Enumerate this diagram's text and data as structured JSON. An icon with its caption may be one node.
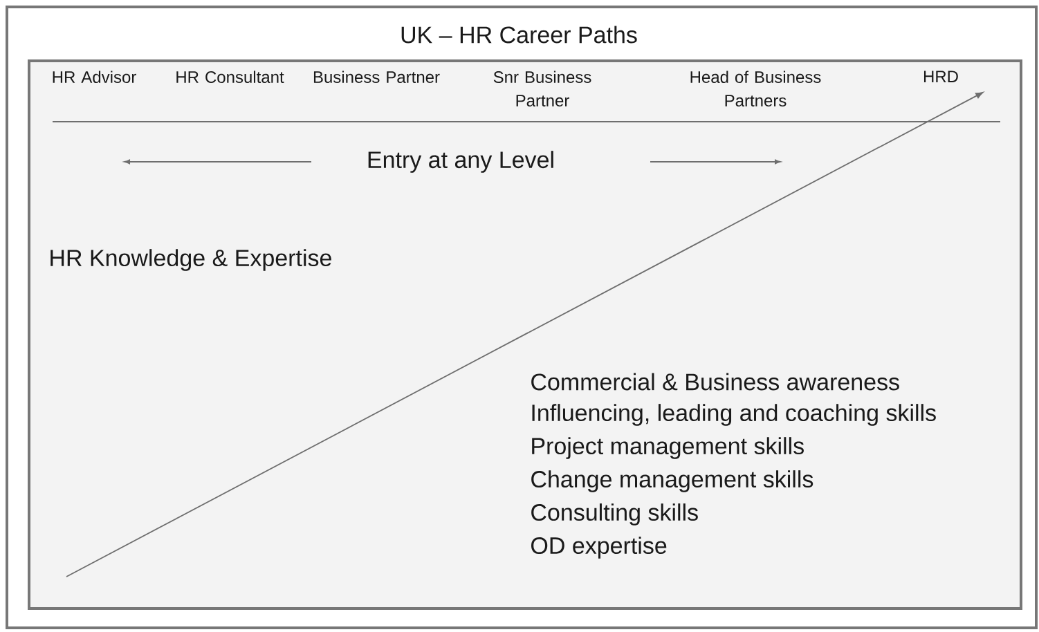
{
  "diagram": {
    "title": "UK – HR Career Paths",
    "labels": [
      "HR Advisor",
      "HR Consultant",
      "Business Partner",
      "Snr Business Partner",
      "Head of Business Partners",
      "HRD",
      "Entry at any Level",
      "HR Knowledge & Expertise",
      "Commercial & Business awareness",
      "Influencing, leading and coaching skills",
      "Project management skills",
      "Change management skills",
      "Consulting skills",
      "OD expertise"
    ]
  }
}
